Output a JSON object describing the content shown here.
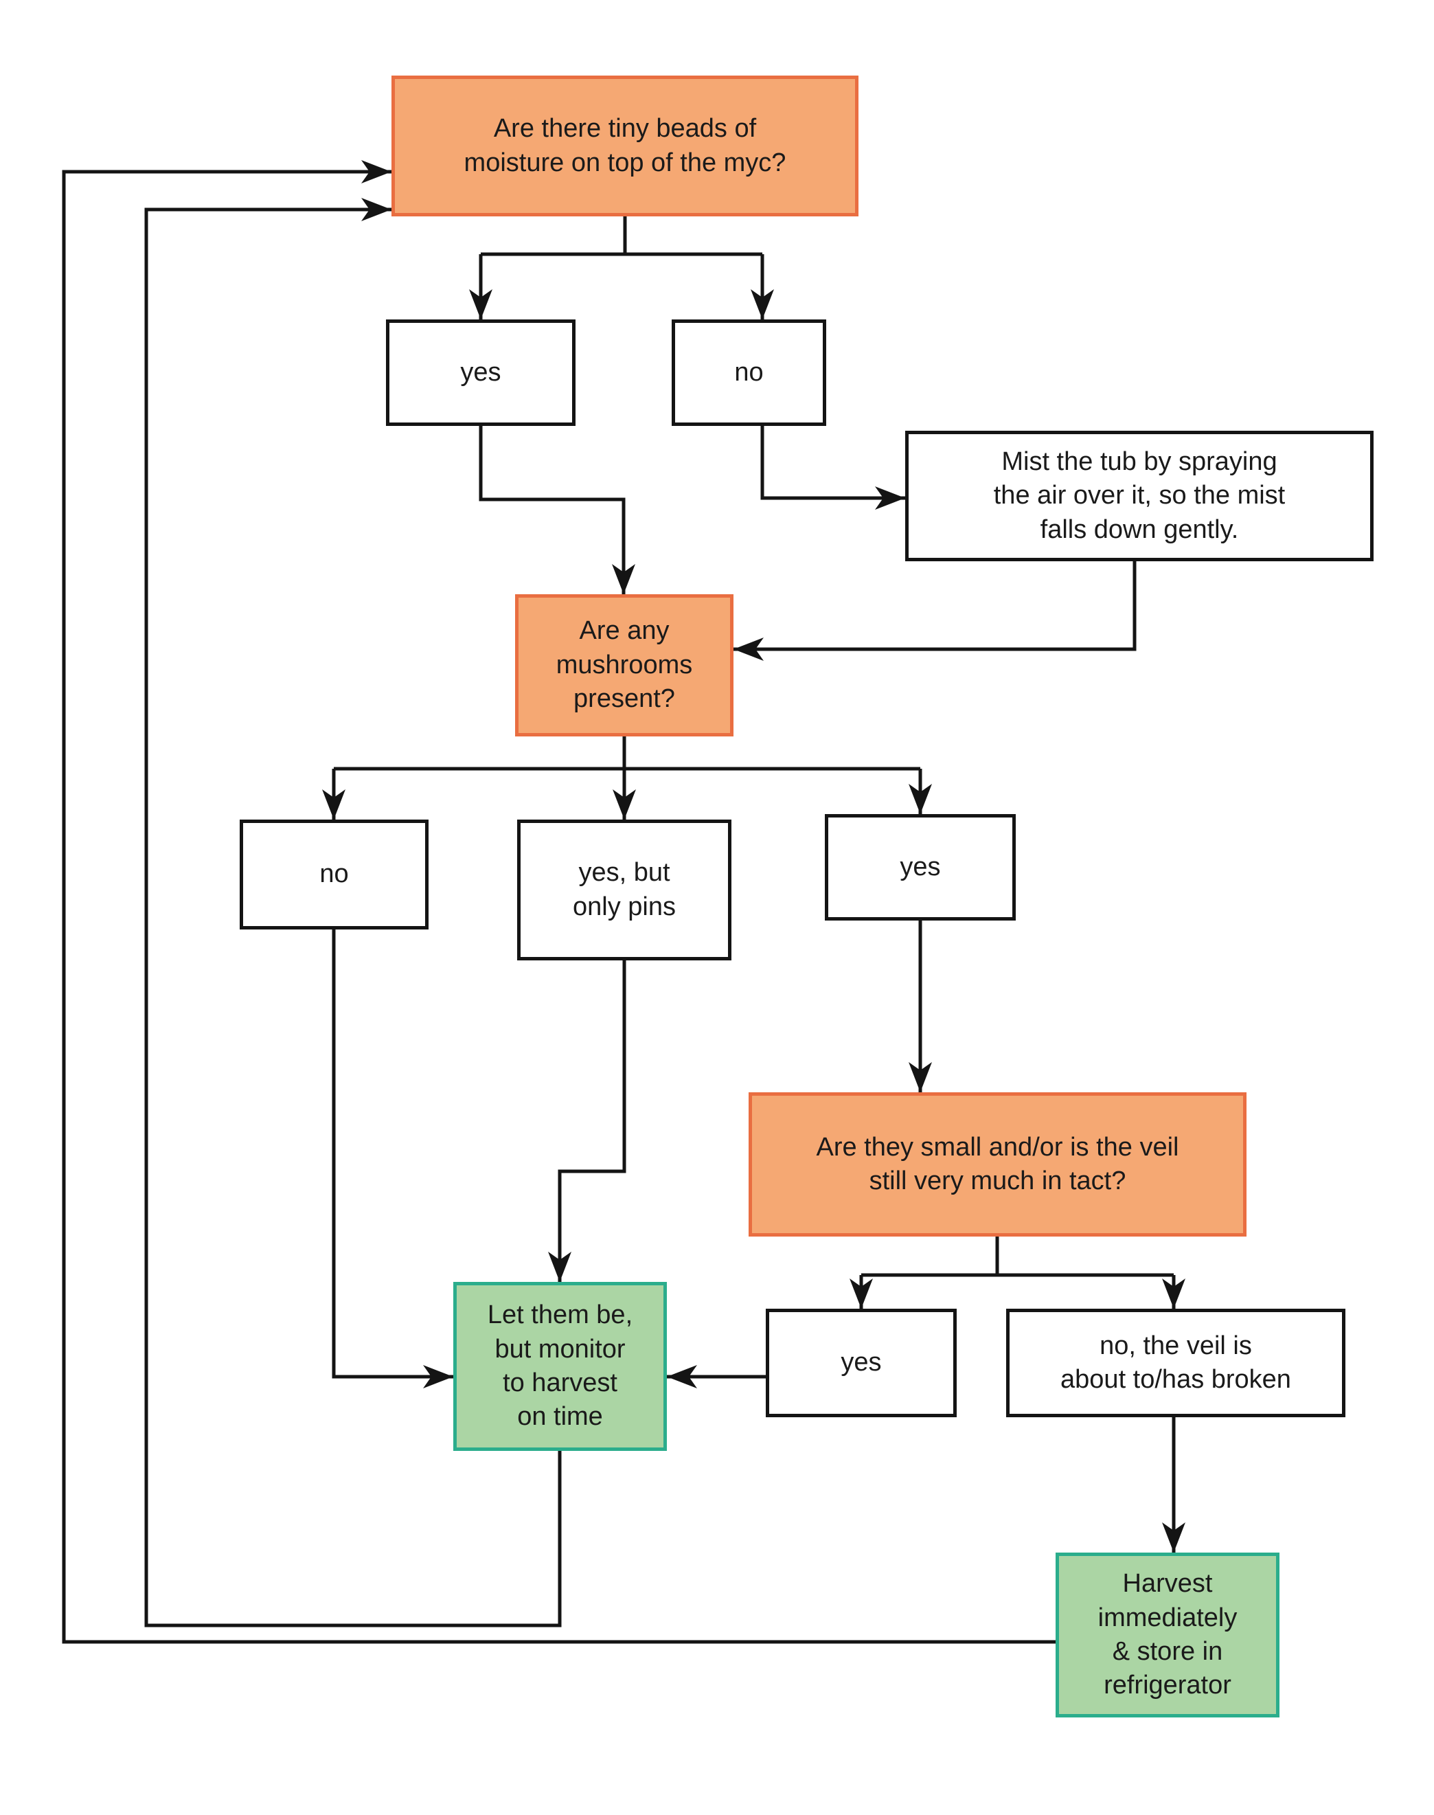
{
  "diagram": {
    "type": "flowchart",
    "topic": "Mushroom tub misting and harvest decision flow",
    "colors": {
      "question_fill": "#f5a873",
      "question_border": "#e96e41",
      "action_fill": "#abd5a4",
      "action_border": "#2bad8c",
      "default_fill": "#ffffff",
      "default_border": "#141414",
      "line": "#141414",
      "text": "#1a1a1a",
      "background": "#ffffff"
    },
    "nodes": {
      "q1": {
        "type": "question",
        "label": "Are there tiny beads of\nmoisture on top of the myc?"
      },
      "yes1": {
        "type": "option",
        "label": "yes"
      },
      "no1": {
        "type": "option",
        "label": "no"
      },
      "mist": {
        "type": "step",
        "label": "Mist the tub by spraying\nthe air over it, so the mist\nfalls down gently."
      },
      "q2": {
        "type": "question",
        "label": "Are any\nmushrooms\npresent?"
      },
      "no2": {
        "type": "option",
        "label": "no"
      },
      "pins": {
        "type": "option",
        "label": "yes, but\nonly pins"
      },
      "yes2": {
        "type": "option",
        "label": "yes"
      },
      "q3": {
        "type": "question",
        "label": "Are they small and/or is the veil\nstill very much in tact?"
      },
      "yes3": {
        "type": "option",
        "label": "yes"
      },
      "no3": {
        "type": "option",
        "label": "no, the veil is\nabout to/has broken"
      },
      "letbe": {
        "type": "action",
        "label": "Let them be,\nbut monitor\nto harvest\non time"
      },
      "harvest": {
        "type": "action",
        "label": "Harvest\nimmediately\n& store in\nrefrigerator"
      }
    },
    "edges": [
      {
        "from": "q1",
        "to": "yes1"
      },
      {
        "from": "q1",
        "to": "no1"
      },
      {
        "from": "yes1",
        "to": "q2"
      },
      {
        "from": "no1",
        "to": "mist"
      },
      {
        "from": "mist",
        "to": "q2"
      },
      {
        "from": "q2",
        "to": "no2"
      },
      {
        "from": "q2",
        "to": "pins"
      },
      {
        "from": "q2",
        "to": "yes2"
      },
      {
        "from": "yes2",
        "to": "q3"
      },
      {
        "from": "q3",
        "to": "yes3"
      },
      {
        "from": "q3",
        "to": "no3"
      },
      {
        "from": "no2",
        "to": "letbe"
      },
      {
        "from": "pins",
        "to": "letbe"
      },
      {
        "from": "yes3",
        "to": "letbe"
      },
      {
        "from": "no3",
        "to": "harvest"
      },
      {
        "from": "letbe",
        "to": "q1"
      },
      {
        "from": "harvest",
        "to": "q1"
      }
    ]
  }
}
